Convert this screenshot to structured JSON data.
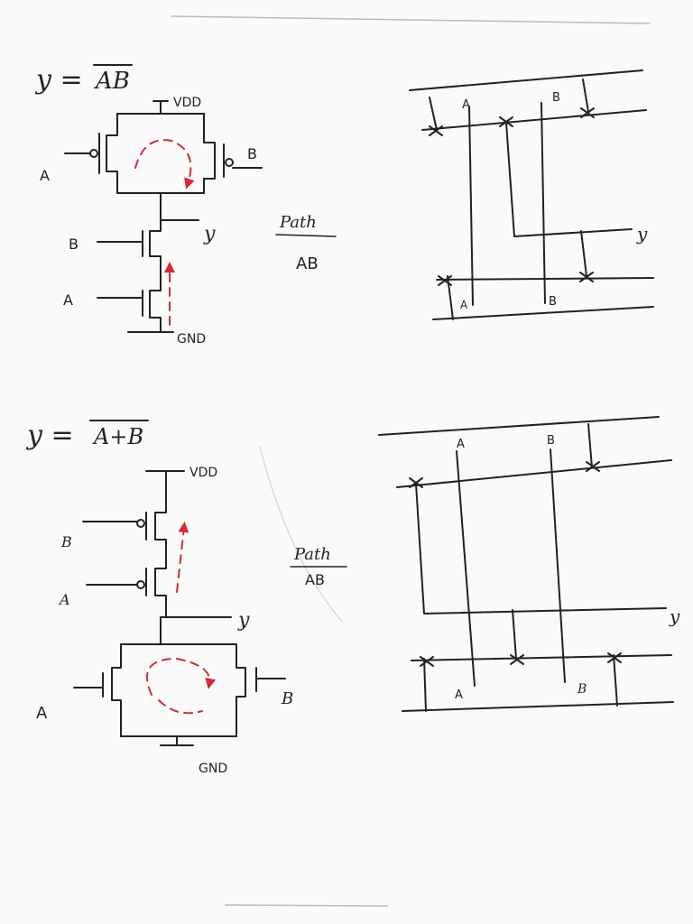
{
  "colors": {
    "ink": "#222222",
    "path_arrow": "#d22a3c",
    "paper": "#fafafa"
  },
  "nand": {
    "equation_lhs": "y =",
    "equation_rhs": "AB",
    "vdd": "VDD",
    "gnd": "GND",
    "output": "y",
    "input_a": "A",
    "input_b": "B",
    "path_label": "Path",
    "path_value": "AB",
    "layout_labels": {
      "top_a": "A",
      "top_b": "B",
      "bottom_a": "A",
      "bottom_b": "B",
      "output": "y"
    }
  },
  "nor": {
    "equation_lhs": "y =",
    "equation_rhs": "A+B",
    "vdd": "VDD",
    "gnd": "GND",
    "output": "y",
    "input_a": "A",
    "input_b": "B",
    "path_label": "Path",
    "path_value": "AB",
    "layout_labels": {
      "top_a": "A",
      "top_b": "B",
      "bottom_a": "A",
      "bottom_b": "B",
      "output": "y"
    }
  }
}
